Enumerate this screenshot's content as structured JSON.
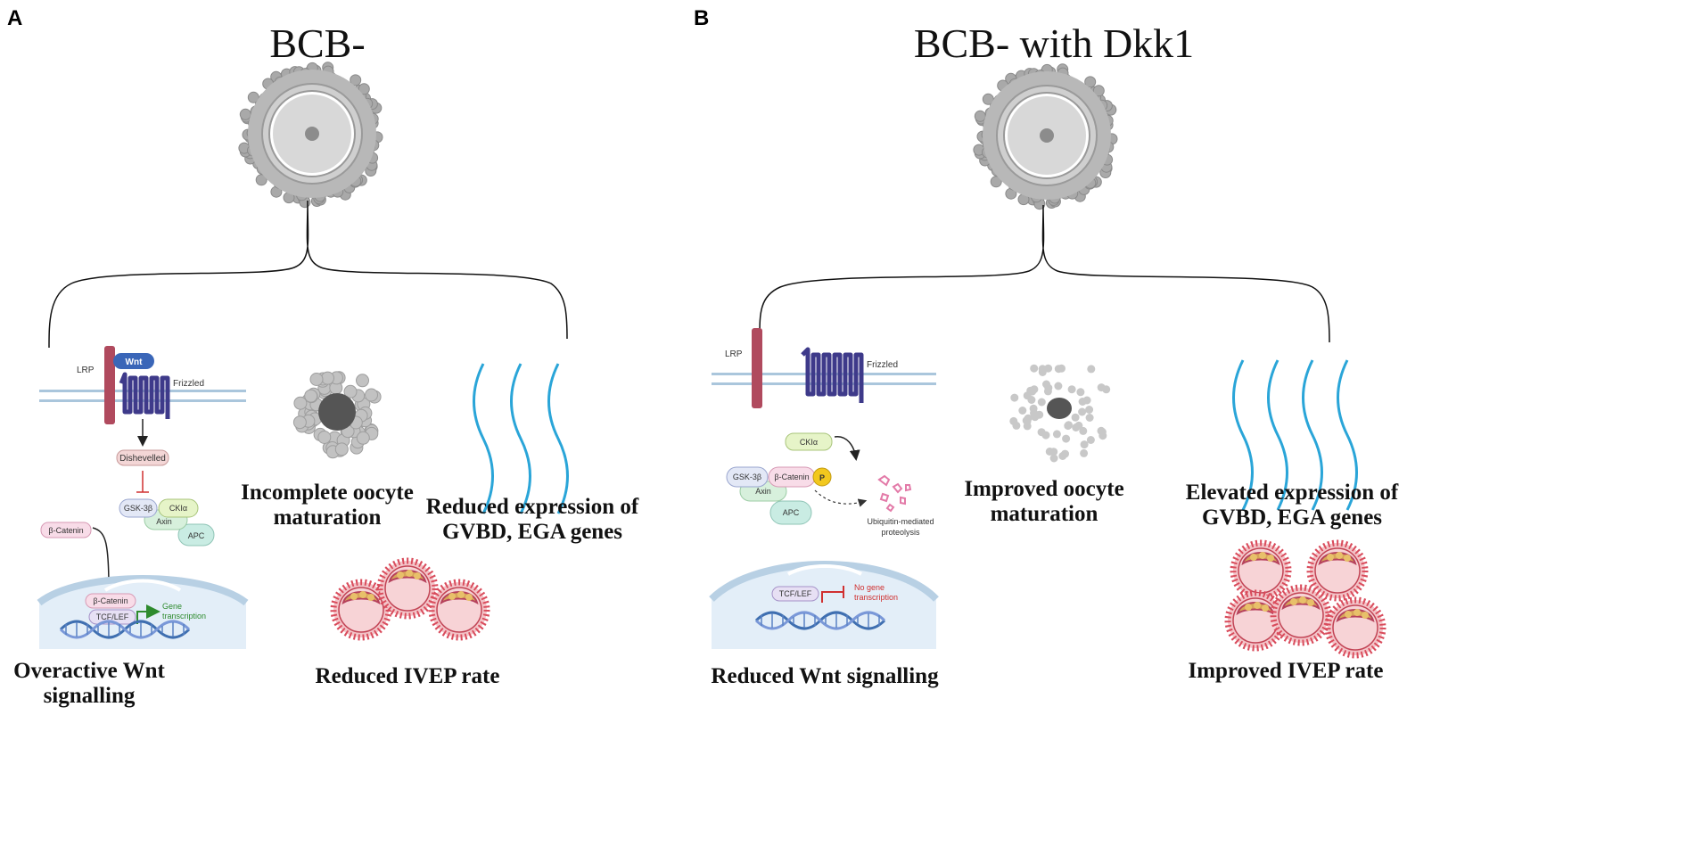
{
  "panel_a": {
    "letter": "A",
    "title": "BCB-",
    "membrane_labels": {
      "lrp": "LRP",
      "wnt": "Wnt",
      "frizzled": "Frizzled"
    },
    "cytoplasm_labels": {
      "dishevelled": "Dishevelled",
      "gsk": "GSK-3β",
      "ckia": "CKIα",
      "axin": "Axin",
      "apc": "APC",
      "beta_catenin": "β-Catenin"
    },
    "nucleus_labels": {
      "beta_catenin": "β-Catenin",
      "tcf": "TCF/LEF",
      "gene_line1": "Gene",
      "gene_line2": "transcription"
    },
    "captions": {
      "wnt_line1": "Overactive Wnt",
      "wnt_line2": "signalling",
      "oocyte_line1": "Incomplete oocyte",
      "oocyte_line2": "maturation",
      "genes_line1": "Reduced expression of",
      "genes_line2": "GVBD, EGA genes",
      "ivep": "Reduced IVEP rate"
    }
  },
  "panel_b": {
    "letter": "B",
    "title": "BCB- with Dkk1",
    "membrane_labels": {
      "lrp": "LRP",
      "frizzled": "Frizzled"
    },
    "cytoplasm_labels": {
      "ckia": "CKIα",
      "gsk": "GSK-3β",
      "beta_catenin": "β-Catenin",
      "p": "P",
      "axin": "Axin",
      "apc": "APC",
      "ubiq_line1": "Ubiquitin-mediated",
      "ubiq_line2": "proteolysis"
    },
    "nucleus_labels": {
      "tcf": "TCF/LEF",
      "nogene_line1": "No gene",
      "nogene_line2": "transcription"
    },
    "captions": {
      "wnt": "Reduced Wnt signalling",
      "oocyte_line1": "Improved oocyte",
      "oocyte_line2": "maturation",
      "genes_line1": "Elevated expression of",
      "genes_line2": "GVBD, EGA genes",
      "ivep": "Improved IVEP rate"
    }
  },
  "colors": {
    "receptor": "#3e3a8a",
    "lrp": "#b04a5e",
    "wnt": "#3a66b8",
    "membrane": "#aac6dc",
    "dna": "#4a7fc1",
    "rna": "#2aa5d8",
    "embryo": "#d94c5c",
    "nucleus": "#e3eef8",
    "gene_arrow": "#2e8b2e",
    "inhibit": "#d03030"
  }
}
